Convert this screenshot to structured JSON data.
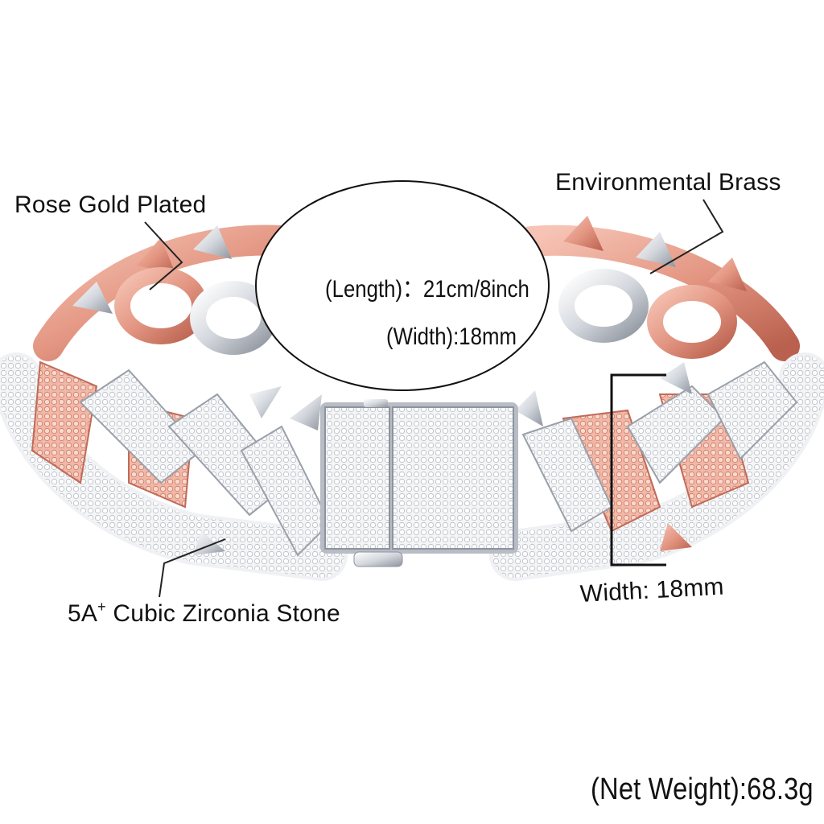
{
  "labels": {
    "rose_gold": "Rose Gold Plated",
    "brass": "Environmental Brass",
    "stone_prefix": "5A",
    "stone_sup": "+",
    "stone_suffix": " Cubic Zirconia Stone",
    "width_side": "Width: 18mm",
    "net_weight": "(Net Weight):68.3g"
  },
  "bubble": {
    "length": "(Length)：21cm/8inch",
    "width": "(Width):18mm"
  },
  "colors": {
    "rose_gold": "#e8a08c",
    "rose_gold_dark": "#c06a58",
    "silver": "#e6e8ec",
    "silver_dark": "#9aa0aa",
    "callout_line": "#222222"
  }
}
